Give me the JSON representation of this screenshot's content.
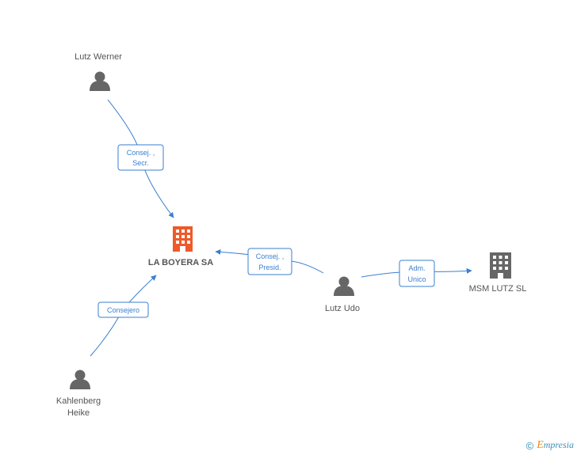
{
  "nodes": {
    "lutz_werner": {
      "label": "Lutz Werner",
      "type": "person"
    },
    "la_boyera": {
      "label": "LA BOYERA SA",
      "type": "company-main"
    },
    "lutz_udo": {
      "label": "Lutz Udo",
      "type": "person"
    },
    "msm_lutz": {
      "label": "MSM LUTZ SL",
      "type": "company"
    },
    "kahlenberg": {
      "label_line1": "Kahlenberg",
      "label_line2": "Heike",
      "type": "person"
    }
  },
  "edges": {
    "werner_to_boyera": {
      "line1": "Consej. ,",
      "line2": "Secr."
    },
    "udo_to_boyera": {
      "line1": "Consej. ,",
      "line2": "Presid."
    },
    "udo_to_msm": {
      "line1": "Adm.",
      "line2": "Unico"
    },
    "kahlenberg_to_boyera": {
      "line1": "Consejero"
    }
  },
  "footer": {
    "copyright_symbol": "©",
    "brand_initial": "E",
    "brand_rest": "mpresia"
  },
  "colors": {
    "edge": "#3a7fd0",
    "person_icon": "#666666",
    "company_main": "#ee5a2a",
    "company": "#666666"
  }
}
